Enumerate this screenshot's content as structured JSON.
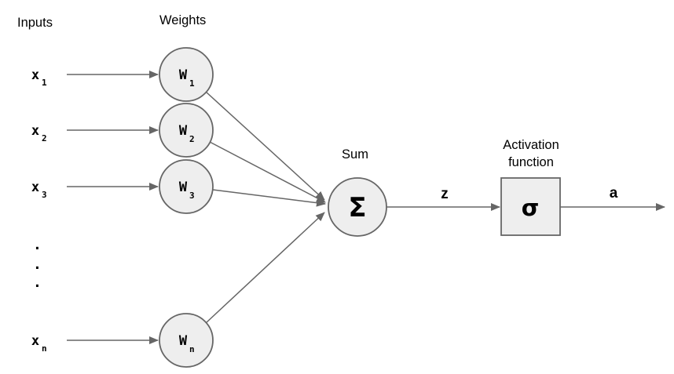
{
  "colors": {
    "background": "#ffffff",
    "node_fill": "#eeeeee",
    "node_stroke": "#666666",
    "line": "#666666",
    "text": "#000000"
  },
  "labels": {
    "inputs": "Inputs",
    "weights": "Weights",
    "sum": "Sum",
    "activation_line1": "Activation",
    "activation_line2": "function",
    "z": "z",
    "a": "a"
  },
  "nodes": {
    "inputs": [
      {
        "base": "x",
        "sub": "1"
      },
      {
        "base": "x",
        "sub": "2"
      },
      {
        "base": "x",
        "sub": "3"
      },
      {
        "base": "x",
        "sub": "n"
      }
    ],
    "weights": [
      {
        "base": "W",
        "sub": "1"
      },
      {
        "base": "W",
        "sub": "2"
      },
      {
        "base": "W",
        "sub": "3"
      },
      {
        "base": "W",
        "sub": "n"
      }
    ],
    "sum_symbol": "Σ",
    "activation_symbol": "σ"
  },
  "ellipsis": {
    "dot": "."
  }
}
